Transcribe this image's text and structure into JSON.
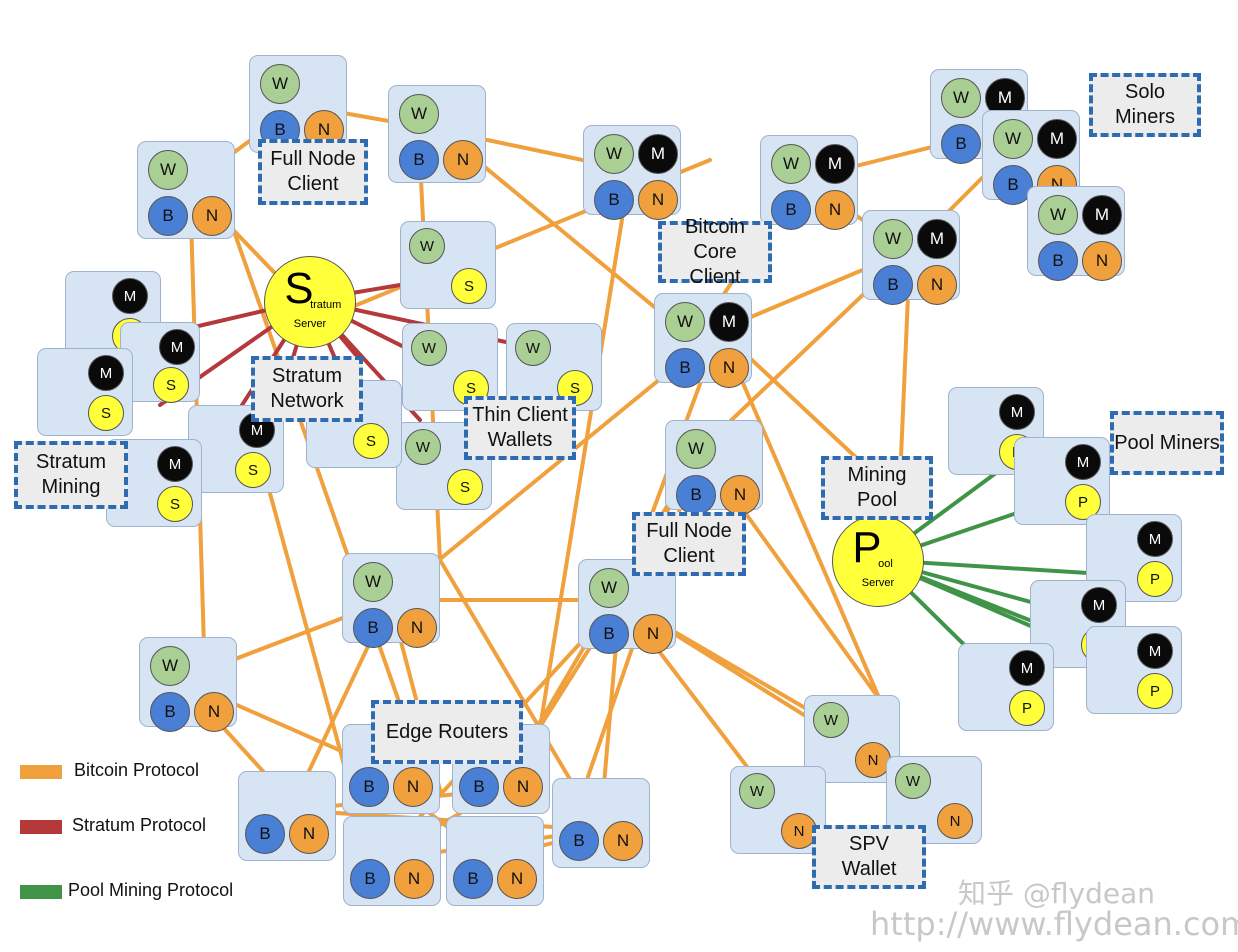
{
  "colors": {
    "bitcoin_protocol": "#f0a03c",
    "stratum_protocol": "#b5383a",
    "pool_mining_protocol": "#3f9447",
    "node_background": "#d7e4f3",
    "label_border": "#2f6bb0"
  },
  "labels": {
    "full_node_client_top": [
      "Full Node",
      "Client"
    ],
    "bitcoin_core_client": [
      "Bitcoin Core",
      "Client"
    ],
    "solo_miners": [
      "Solo Miners"
    ],
    "stratum_network": [
      "Stratum",
      "Network"
    ],
    "thin_client_wallets": [
      "Thin Client",
      "Wallets"
    ],
    "stratum_mining": [
      "Stratum",
      "Mining"
    ],
    "mining_pool": [
      "Mining Pool"
    ],
    "pool_miners": [
      "Pool Miners"
    ],
    "full_node_client_mid": [
      "Full Node",
      "Client"
    ],
    "edge_routers": [
      "Edge Routers"
    ],
    "spv_wallet": [
      "SPV",
      "Wallet"
    ]
  },
  "servers": {
    "stratum": {
      "letter": "S",
      "suffix": "tratum",
      "caption": "Server"
    },
    "pool": {
      "letter": "P",
      "suffix": "ool",
      "caption": "Server"
    }
  },
  "legend": {
    "bitcoin": "Bitcoin Protocol",
    "stratum": "Stratum Protocol",
    "pool": "Pool Mining Protocol"
  },
  "watermark": {
    "line1": "知乎 @flydean",
    "line2": "http://www.flydean.com"
  }
}
